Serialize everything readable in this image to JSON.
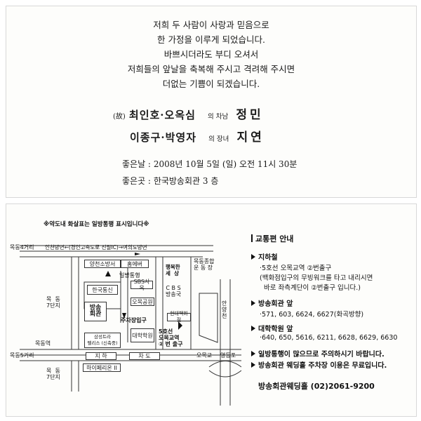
{
  "invitation": {
    "verse": [
      "저희 두 사람이 사랑과 믿음으로",
      "한 가정을 이루게 되었습니다.",
      "바쁘시더라도 부디 오셔서",
      "저희들의 앞날을 축복해 주시고 격려해 주시면",
      "더없는 기쁨이 되겠습니다."
    ],
    "groom": {
      "deceased_mark": "(故)",
      "parents": "최인호·오옥심",
      "relation": "의 차남",
      "name": "정민"
    },
    "bride": {
      "parents": "이종구·박영자",
      "relation": "의 장녀",
      "name": "지연"
    },
    "date_label": "좋은날 :",
    "date_value": "2008년 10월 5일 (일) 오전 11시 30분",
    "place_label": "좋은곳 :",
    "place_value": "한국방송회관 3 층"
  },
  "map": {
    "notice": "※약도내 화살표는 일방통행 표시입니다※",
    "labels": {
      "mokdong4": "목동4거리",
      "incheon": "인천방면←(경인고속도로 신월IC)→여의도방면",
      "mokdong_cross": "목동종합\n운 동 장",
      "yangcheon_post": "양천소방서",
      "homeplus": "홈에버",
      "oneway_road": "일방통행",
      "happy_world": "행복한\n세  상",
      "hankook_tongsin": "한국통신",
      "sbs": "SBS사옥",
      "cbs": "C B S\n방송국",
      "kbc": "방송\n회관",
      "ogong": "오목공원",
      "hyundai": "현대백화점",
      "mokdong7_left": "목  동\n7단지",
      "parking": "주차장입구",
      "university": "대학학원",
      "line5": "5호선\n오목교역\n② 번 출구",
      "samsung": "삼성트라\n펠리스 (신축중)",
      "mokdong_station": "목동역",
      "mokdong5": "목동5거리",
      "jiha": "지 하",
      "chado": "차 도",
      "hyperion": "하이페리온 II",
      "mokdong7_bottom": "목  동\n7단지",
      "anyangcheon": "안\n양\n천",
      "omokgyo": "오목교",
      "yeongdeungpo": "영등포"
    }
  },
  "transport": {
    "heading": "교통편 안내",
    "subway": {
      "title": "지하철",
      "lines": [
        "·5호선 오목교역 ②번출구",
        "(백화점입구의 무빙워크를 타고 내리시면",
        "바로 좌측계단이 ②번출구 입니다.)"
      ]
    },
    "bus_front": {
      "title": "방송회관 앞",
      "lines": [
        "·571, 603, 6624, 6627(화곡방향)"
      ]
    },
    "bus_univ": {
      "title": "대학학원 앞",
      "lines": [
        "·640, 650, 5616, 6211, 6628, 6629, 6630"
      ]
    },
    "note1": "일방통행이 많으므로 주의하시기 바랍니다.",
    "note2": "방송회관 웨딩홀 주차장 이용은 무료입니다.",
    "contact": "방송회관웨딩홀  (02)2061-9200"
  }
}
